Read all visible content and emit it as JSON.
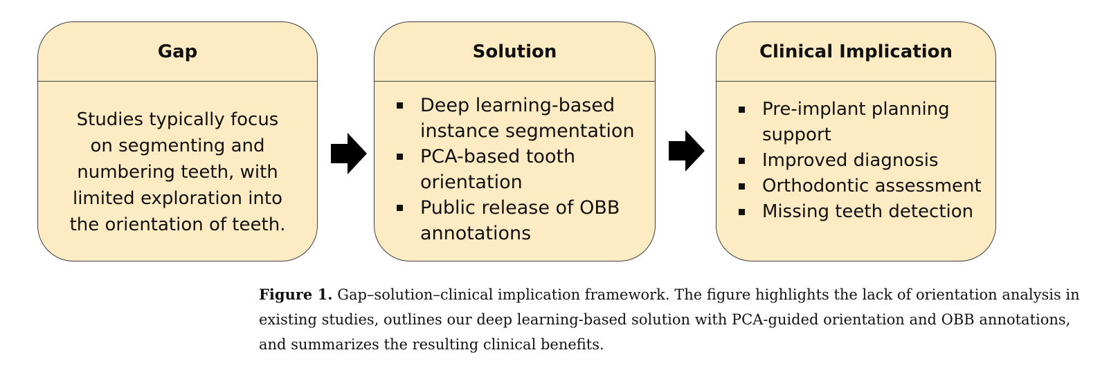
{
  "figure": {
    "boxes": [
      {
        "title": "Gap",
        "text_lines": [
          "Studies typically focus",
          "on segmenting and",
          "numbering teeth, with",
          "limited exploration into",
          "the orientation of teeth."
        ]
      },
      {
        "title": "Solution",
        "bullets": [
          [
            "Deep learning-based",
            "instance segmentation"
          ],
          [
            "PCA-based tooth",
            "orientation"
          ],
          [
            "Public release of OBB",
            "annotations"
          ]
        ]
      },
      {
        "title": "Clinical Implication",
        "bullets": [
          [
            "Pre-implant planning",
            "support"
          ],
          [
            "Improved diagnosis"
          ],
          [
            "Orthodontic assessment"
          ],
          [
            "Missing teeth detection"
          ]
        ]
      }
    ],
    "colors": {
      "box_fill": "#fdebc4",
      "box_border": "#3e3e3e",
      "arrow": "#000000"
    }
  },
  "caption": {
    "label": "Figure 1.",
    "text": "Gap–solution–clinical implication framework. The figure highlights the lack of orientation analysis in existing studies, outlines our deep learning-based solution with PCA-guided orientation and OBB annotations, and summarizes the resulting clinical benefits."
  }
}
